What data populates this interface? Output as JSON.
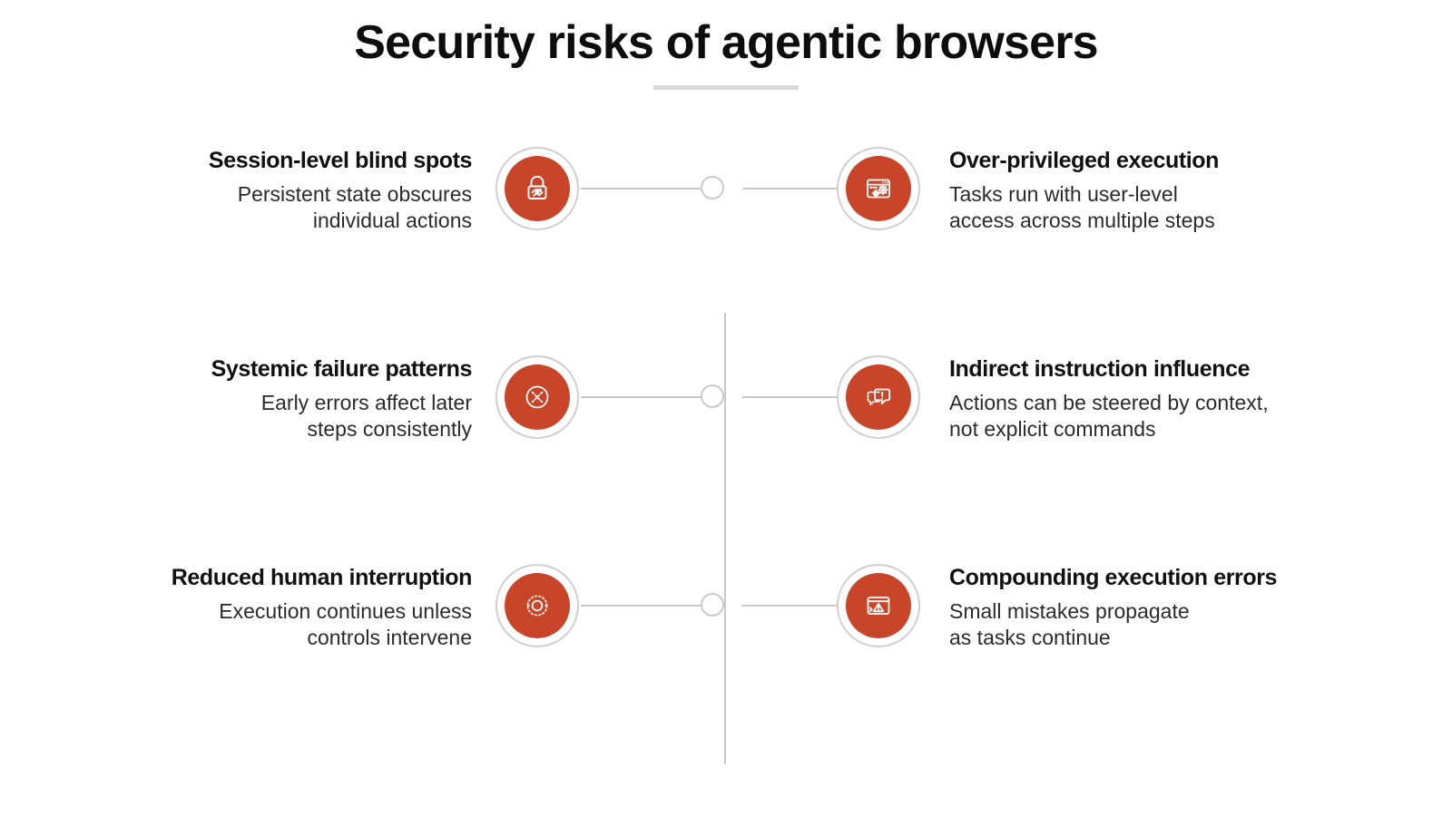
{
  "header": {
    "title": "Security risks of agentic browsers"
  },
  "diagram": {
    "accent_color": "#c8452a",
    "line_color": "#c9c9c9",
    "rows": [
      {
        "left": {
          "icon": "padlock-eye-slash-icon",
          "title": "Session-level blind spots",
          "desc_lines": [
            "Persistent state obscures",
            "individual actions"
          ]
        },
        "right": {
          "icon": "browser-gears-icon",
          "title": "Over-privileged execution",
          "desc_lines": [
            "Tasks run with user-level",
            "access across multiple steps"
          ]
        }
      },
      {
        "left": {
          "icon": "circle-cross-error-icon",
          "title": "Systemic failure patterns",
          "desc_lines": [
            "Early errors affect later",
            "steps consistently"
          ]
        },
        "right": {
          "icon": "speech-bubble-alert-icon",
          "title": "Indirect instruction influence",
          "desc_lines": [
            "Actions can be steered by context,",
            "not explicit commands"
          ]
        }
      },
      {
        "left": {
          "icon": "circular-loop-arrows-icon",
          "title": "Reduced human interruption",
          "desc_lines": [
            "Execution continues unless",
            "controls intervene"
          ]
        },
        "right": {
          "icon": "terminal-warning-icon",
          "title": "Compounding execution errors",
          "desc_lines": [
            "Small mistakes propagate",
            "as tasks continue"
          ]
        }
      }
    ]
  }
}
